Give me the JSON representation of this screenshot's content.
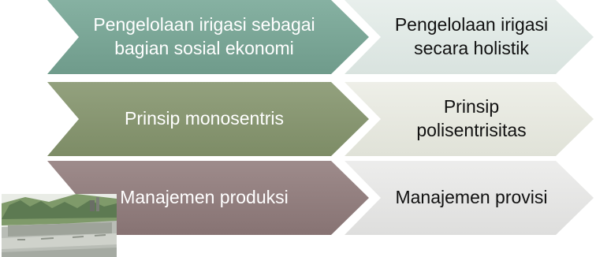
{
  "rows": [
    {
      "left": [
        "Pengelolaan irigasi sebagai",
        "bagian sosial ekonomi"
      ],
      "right": [
        "Pengelolaan irigasi",
        "secara holistik"
      ]
    },
    {
      "left": [
        "Prinsip monosentris"
      ],
      "right": [
        "Prinsip",
        "polisentrisitas"
      ]
    },
    {
      "left": [
        "Manajemen produksi"
      ],
      "right": [
        "Manajemen provisi"
      ]
    }
  ]
}
